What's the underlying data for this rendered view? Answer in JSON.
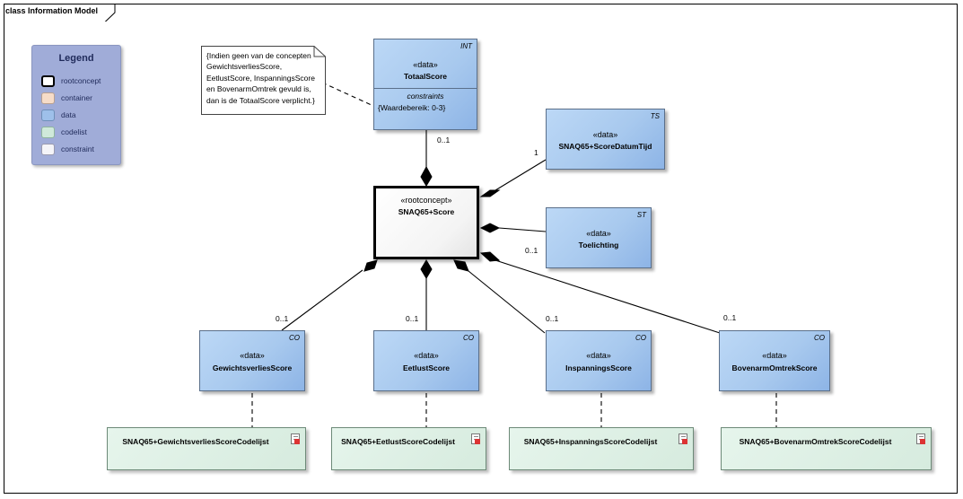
{
  "frame": {
    "title": "class Information Model"
  },
  "legend": {
    "title": "Legend",
    "items": [
      {
        "label": "rootconcept",
        "color": "#ffffff",
        "border": "#000000"
      },
      {
        "label": "container",
        "color": "#f6dcc8",
        "border": "#b8a090"
      },
      {
        "label": "data",
        "color": "#9ec0ea",
        "border": "#6f8fb8"
      },
      {
        "label": "codelist",
        "color": "#cfe9da",
        "border": "#8fb49e"
      },
      {
        "label": "constraint",
        "color": "#f4f4f8",
        "border": "#9a9aae"
      }
    ]
  },
  "note": {
    "lines": [
      "{Indien geen van de concepten",
      "GewichtsverliesScore,",
      "EetlustScore, InspanningsScore",
      "en BovenarmOmtrek gevuld is,",
      "dan is de TotaalScore verplicht.}"
    ]
  },
  "root": {
    "stereotype": "«rootconcept»",
    "name": "SNAQ65+Score"
  },
  "totaal": {
    "tag": "INT",
    "stereotype": "«data»",
    "name": "TotaalScore",
    "constraints_label": "constraints",
    "constraint": "{Waardebereik: 0-3}",
    "multiplicity": "0..1"
  },
  "datumtijd": {
    "tag": "TS",
    "stereotype": "«data»",
    "name": "SNAQ65+ScoreDatumTijd",
    "multiplicity": "1"
  },
  "toelichting": {
    "tag": "ST",
    "stereotype": "«data»",
    "name": "Toelichting",
    "multiplicity": "0..1"
  },
  "bottom": [
    {
      "tag": "CO",
      "stereotype": "«data»",
      "name": "GewichtsverliesScore",
      "multiplicity": "0..1",
      "codelist": "SNAQ65+GewichtsverliesScoreCodelijst"
    },
    {
      "tag": "CO",
      "stereotype": "«data»",
      "name": "EetlustScore",
      "multiplicity": "0..1",
      "codelist": "SNAQ65+EetlustScoreCodelijst"
    },
    {
      "tag": "CO",
      "stereotype": "«data»",
      "name": "InspanningsScore",
      "multiplicity": "0..1",
      "codelist": "SNAQ65+InspanningsScoreCodelijst"
    },
    {
      "tag": "CO",
      "stereotype": "«data»",
      "name": "BovenarmOmtrekScore",
      "multiplicity": "0..1",
      "codelist": "SNAQ65+BovenarmOmtrekScoreCodelijst"
    }
  ]
}
